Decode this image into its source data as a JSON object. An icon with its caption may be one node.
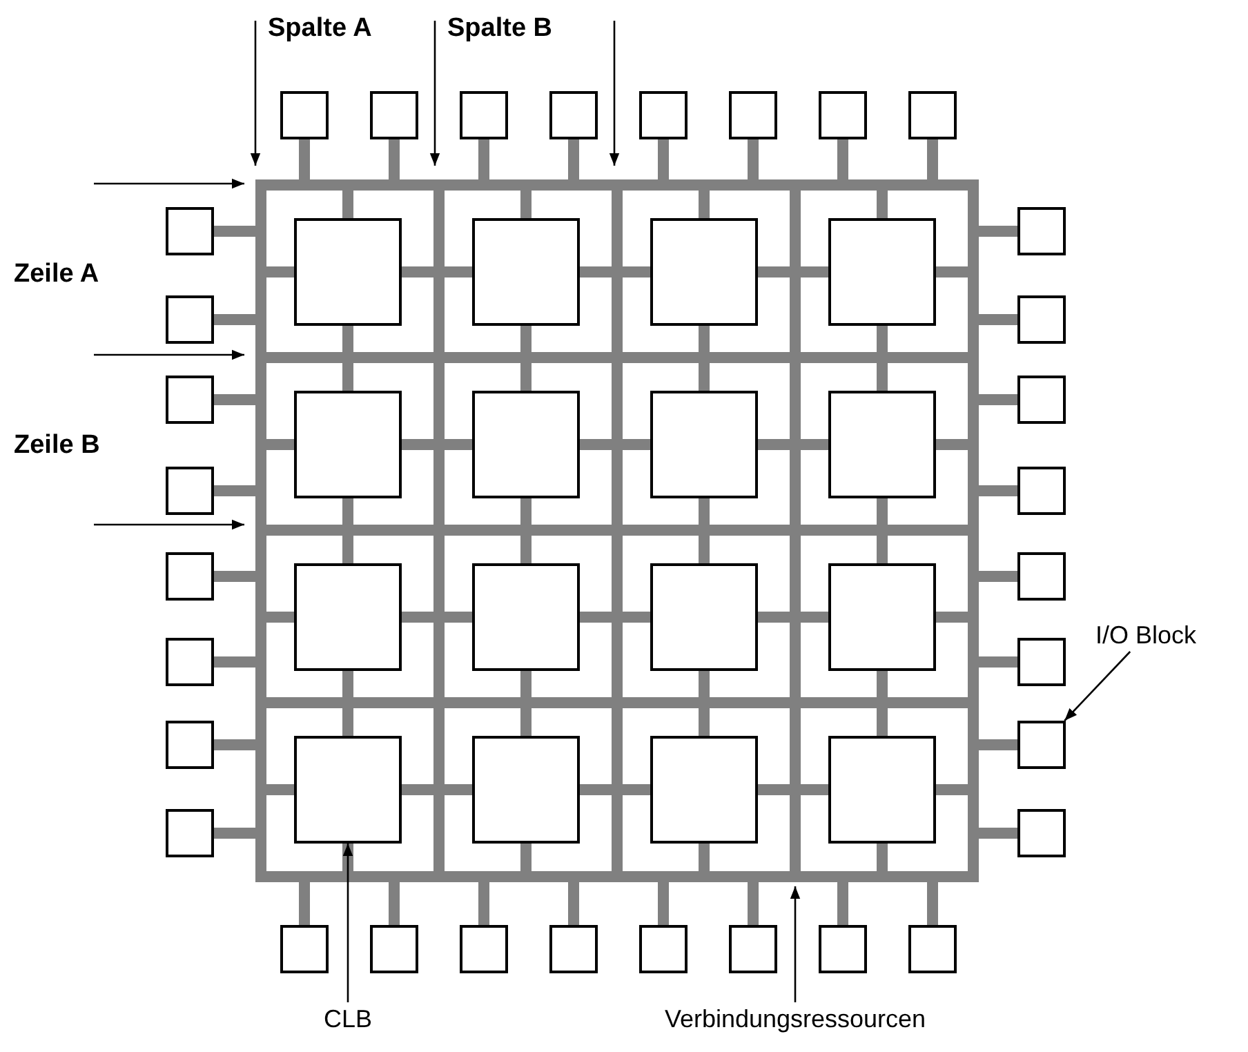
{
  "diagram": {
    "nodes": [
      {
        "text": [],
        "shape": "box"
      },
      {
        "text": [],
        "shape": "box"
      },
      {
        "text": [],
        "shape": "box"
      },
      {
        "text": [],
        "shape": "box"
      },
      {
        "text": [],
        "shape": "box"
      },
      {
        "text": [],
        "shape": "box"
      },
      {
        "text": [],
        "shape": "box"
      },
      {
        "text": [],
        "shape": "box"
      },
      {
        "text": [],
        "shape": "box"
      },
      {
        "text": [],
        "shape": "box"
      },
      {
        "text": [],
        "shape": "box"
      },
      {
        "text": [],
        "shape": "box"
      },
      {
        "text": [],
        "shape": "box"
      },
      {
        "text": [],
        "shape": "box"
      },
      {
        "text": [],
        "shape": "box"
      },
      {
        "text": [],
        "shape": "box"
      },
      {
        "text": [],
        "shape": "box"
      },
      {
        "text": [],
        "shape": "box"
      },
      {
        "text": [],
        "shape": "box"
      },
      {
        "text": [],
        "shape": "box"
      },
      {
        "text": [],
        "shape": "box"
      },
      {
        "text": [],
        "shape": "box"
      },
      {
        "text": [],
        "shape": "box"
      },
      {
        "text": [],
        "shape": "box"
      },
      {
        "text": [],
        "shape": "box"
      },
      {
        "text": [],
        "shape": "box"
      },
      {
        "text": [],
        "shape": "box"
      },
      {
        "text": [],
        "shape": "box"
      },
      {
        "text": [],
        "shape": "box"
      },
      {
        "text": [],
        "shape": "box"
      },
      {
        "text": [],
        "shape": "box"
      },
      {
        "text": [],
        "shape": "box"
      },
      {
        "text": [],
        "shape": "box"
      },
      {
        "text": [],
        "shape": "box"
      },
      {
        "text": [],
        "shape": "box"
      },
      {
        "text": [],
        "shape": "box"
      },
      {
        "text": [],
        "shape": "box"
      },
      {
        "text": [],
        "shape": "box"
      },
      {
        "text": [],
        "shape": "box"
      },
      {
        "text": [],
        "shape": "box"
      },
      {
        "text": [],
        "shape": "box"
      },
      {
        "text": [],
        "shape": "box"
      },
      {
        "text": [],
        "shape": "box"
      },
      {
        "text": [],
        "shape": "box"
      },
      {
        "text": [],
        "shape": "box"
      },
      {
        "text": [],
        "shape": "box"
      },
      {
        "text": [],
        "shape": "box"
      },
      {
        "text": [],
        "shape": "box"
      },
      {
        "text": [
          "I/O Block"
        ]
      },
      {
        "text": [
          "CLB"
        ]
      },
      {
        "text": [
          "Verbindungsressourcen"
        ]
      }
    ],
    "edges": [
      {
        "from": 48,
        "to": 38,
        "arrow": "to"
      },
      {
        "from": 49,
        "to": 28,
        "arrow": "to"
      },
      {
        "from": 50,
        "to": null,
        "arrow": "to"
      }
    ],
    "labels": [
      "Spalte A",
      "Spalte B",
      "Zeile A",
      "Zeile B"
    ]
  }
}
